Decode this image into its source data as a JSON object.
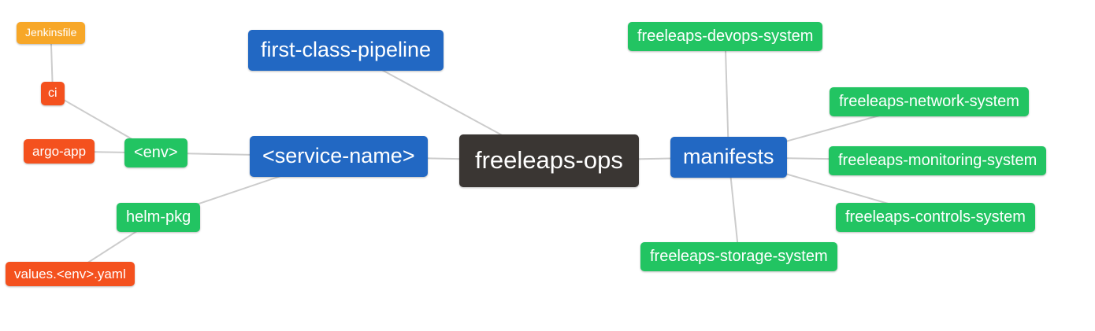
{
  "colors": {
    "blue": "#2268c3",
    "green": "#22c462",
    "orange": "#f7a728",
    "red": "#f4511e",
    "dark": "#3a3633",
    "edge": "#cccccc",
    "background": "#ffffff",
    "text": "#ffffff"
  },
  "nodes": {
    "jenkinsfile": {
      "label": "Jenkinsfile",
      "color": "orange"
    },
    "ci": {
      "label": "ci",
      "color": "red"
    },
    "argo_app": {
      "label": "argo-app",
      "color": "red"
    },
    "env": {
      "label": "<env>",
      "color": "green"
    },
    "first_class_pipeline": {
      "label": "first-class-pipeline",
      "color": "blue"
    },
    "service_name": {
      "label": "<service-name>",
      "color": "blue"
    },
    "freeleaps_ops": {
      "label": "freeleaps-ops",
      "color": "dark"
    },
    "manifests": {
      "label": "manifests",
      "color": "blue"
    },
    "devops_system": {
      "label": "freeleaps-devops-system",
      "color": "green"
    },
    "network_system": {
      "label": "freeleaps-network-system",
      "color": "green"
    },
    "monitoring_system": {
      "label": "freeleaps-monitoring-system",
      "color": "green"
    },
    "controls_system": {
      "label": "freeleaps-controls-system",
      "color": "green"
    },
    "storage_system": {
      "label": "freeleaps-storage-system",
      "color": "green"
    },
    "helm_pkg": {
      "label": "helm-pkg",
      "color": "green"
    },
    "values_env_yaml": {
      "label": "values.<env>.yaml",
      "color": "red"
    }
  },
  "edges": [
    [
      "jenkinsfile",
      "ci"
    ],
    [
      "ci",
      "env"
    ],
    [
      "argo_app",
      "env"
    ],
    [
      "env",
      "service_name"
    ],
    [
      "service_name",
      "helm_pkg"
    ],
    [
      "helm_pkg",
      "values_env_yaml"
    ],
    [
      "service_name",
      "freeleaps_ops"
    ],
    [
      "first_class_pipeline",
      "freeleaps_ops"
    ],
    [
      "freeleaps_ops",
      "manifests"
    ],
    [
      "manifests",
      "devops_system"
    ],
    [
      "manifests",
      "network_system"
    ],
    [
      "manifests",
      "monitoring_system"
    ],
    [
      "manifests",
      "controls_system"
    ],
    [
      "manifests",
      "storage_system"
    ]
  ]
}
